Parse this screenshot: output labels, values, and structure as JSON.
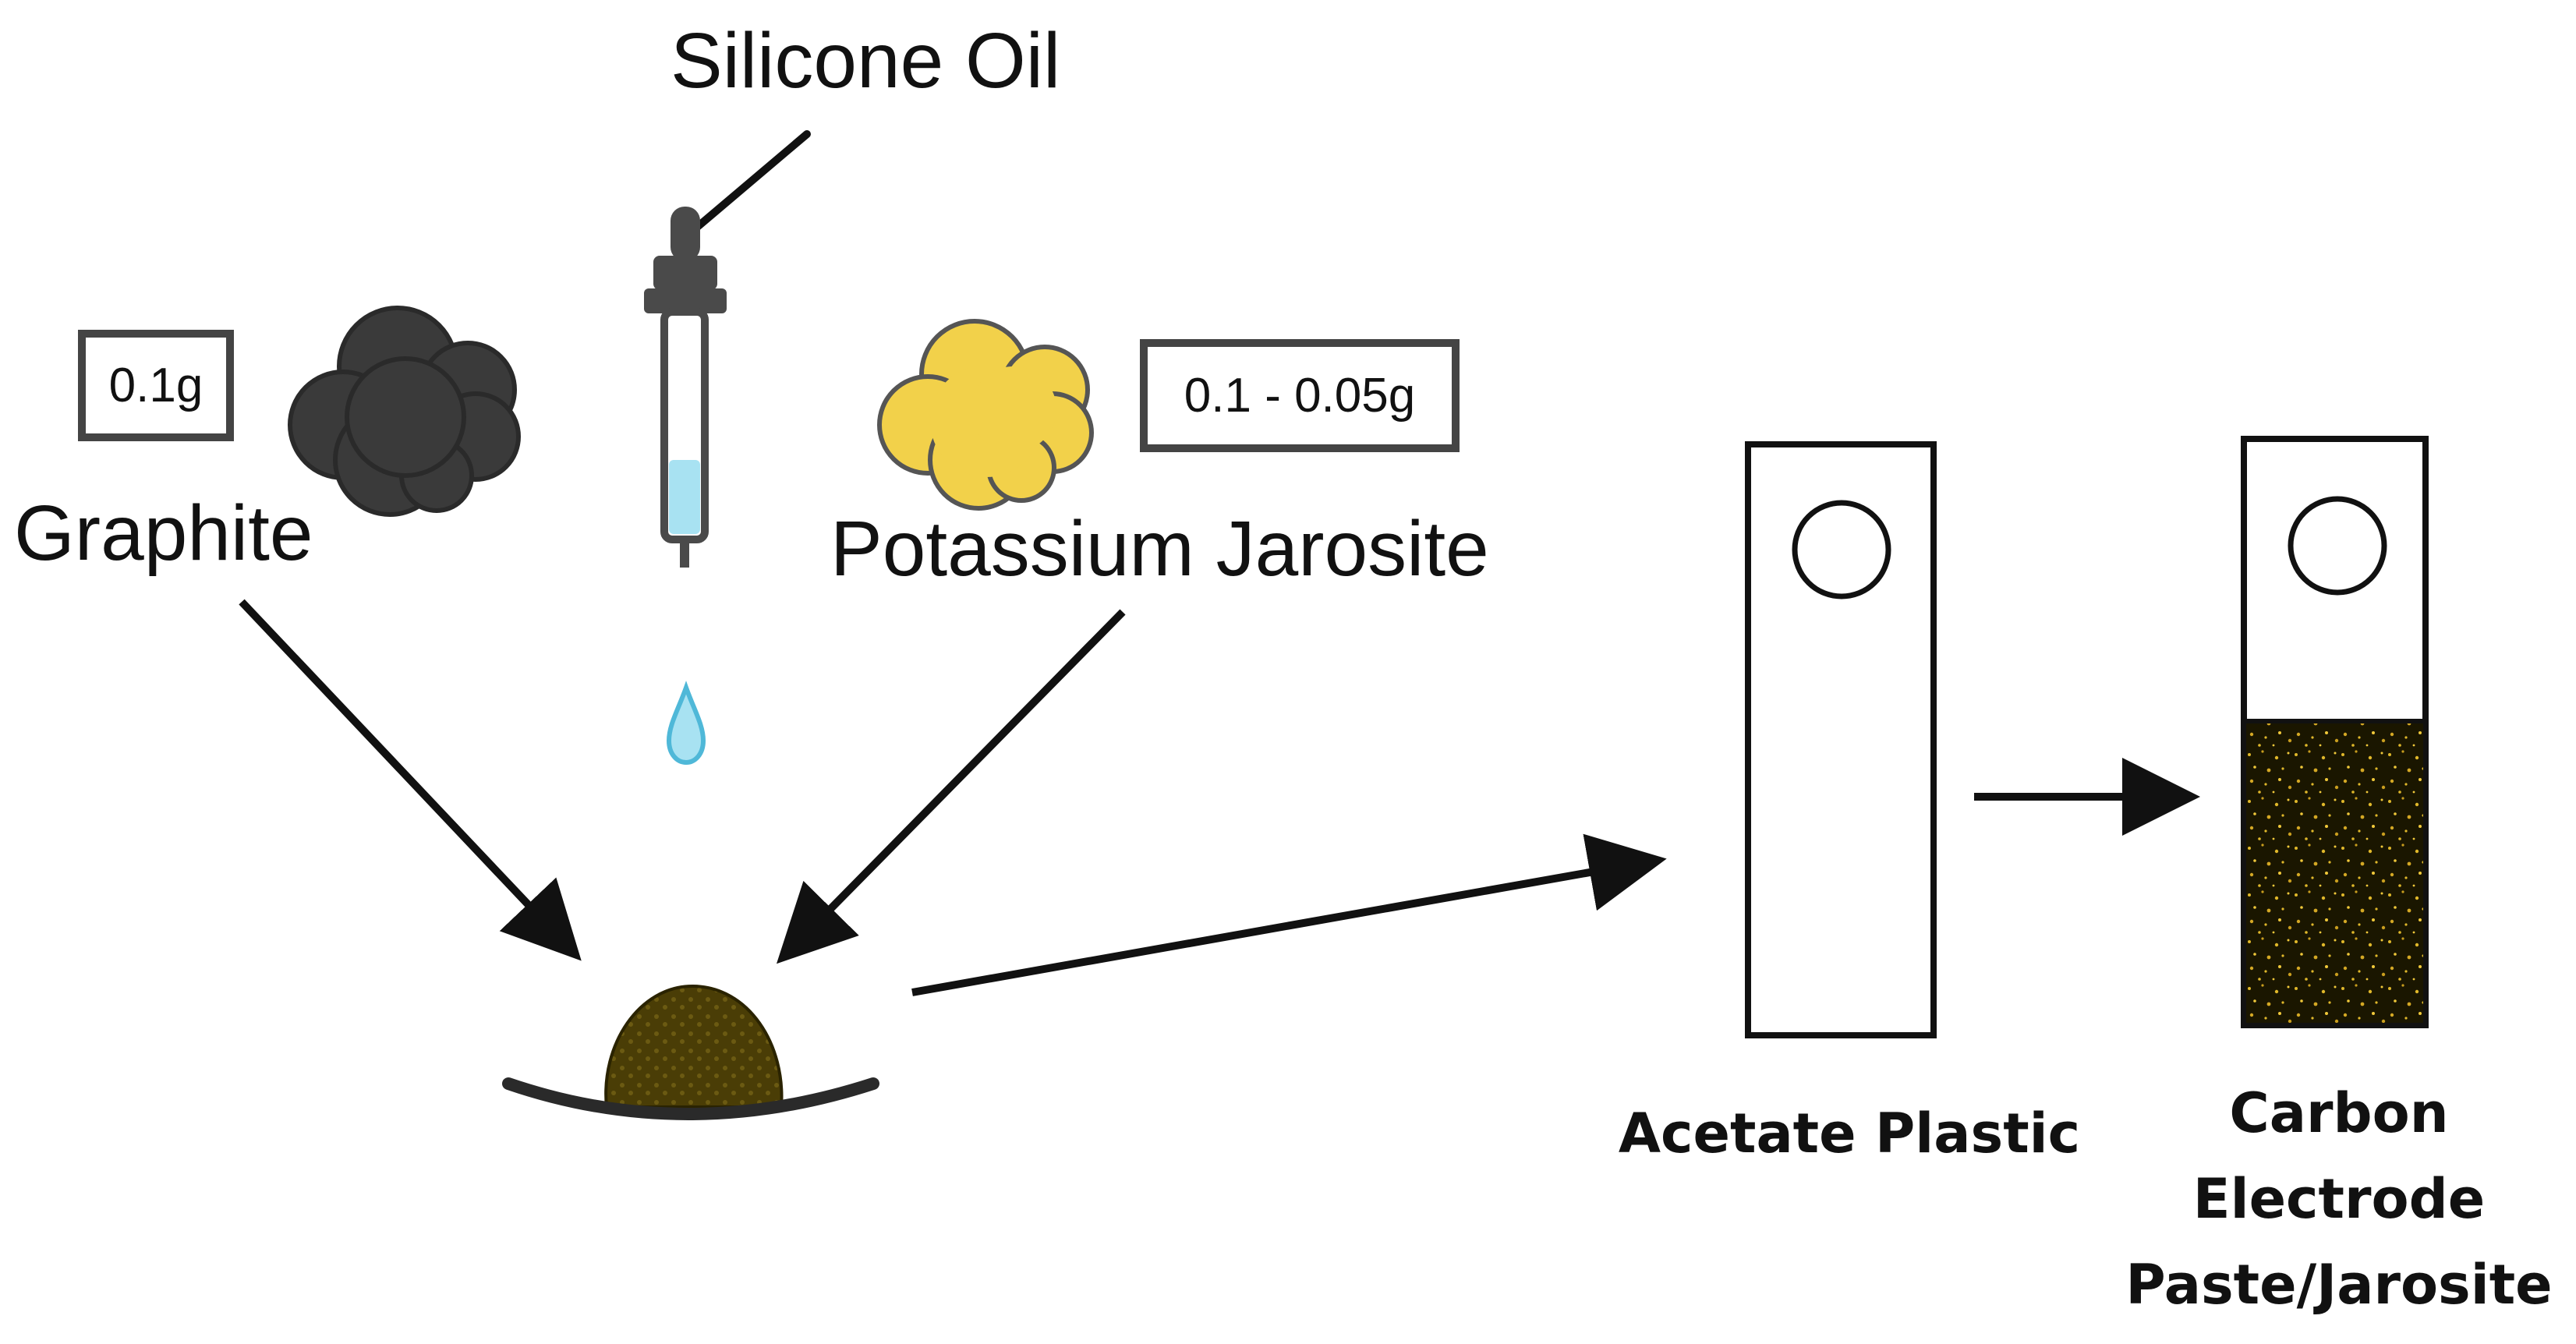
{
  "labels": {
    "silicone_oil": "Silicone Oil",
    "graphite": "Graphite",
    "graphite_mass": "0.1g",
    "jarosite": "Potassium Jarosite",
    "jarosite_mass": "0.1 - 0.05g",
    "acetate": "Acetate Plastic",
    "electrode_line1": "Carbon",
    "electrode_line2": "Electrode",
    "electrode_line3": "Paste/Jarosite"
  },
  "colors": {
    "graphite": "#3a3a3a",
    "jarosite": "#f2d14a",
    "oil_drop": "#a8e2f2",
    "paste": "#4a3d06",
    "paste_speckle": "#e0b82a",
    "line": "#111111"
  }
}
